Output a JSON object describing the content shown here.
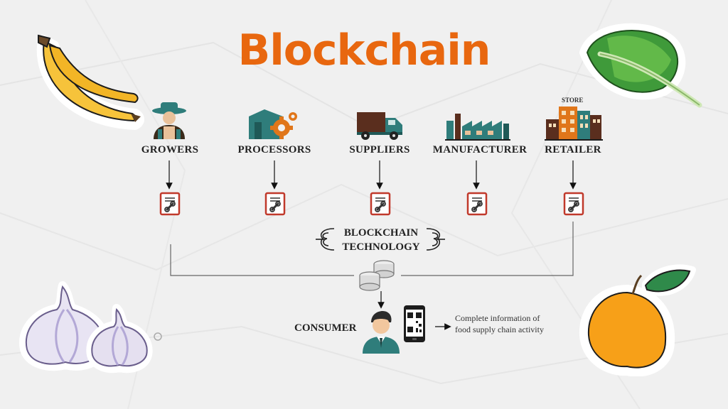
{
  "title": "Blockchain",
  "stages": [
    {
      "label": "GROWERS",
      "icon": "farmer-icon"
    },
    {
      "label": "PROCESSORS",
      "icon": "factory-gear-icon"
    },
    {
      "label": "SUPPLIERS",
      "icon": "delivery-truck-icon"
    },
    {
      "label": "MANUFACTURER",
      "icon": "factory-icon"
    },
    {
      "label": "RETAILER",
      "icon": "store-building-icon"
    }
  ],
  "store_sign": "STORE",
  "blockchain": {
    "line1": "BLOCKCHAIN",
    "line2": "TECHNOLOGY"
  },
  "consumer": {
    "label": "CONSUMER"
  },
  "info": {
    "line1": "Complete information of",
    "line2": "food supply chain activity"
  },
  "colors": {
    "title": "#e8670f",
    "teal": "#2f7d7b",
    "doc_border": "#c0392b",
    "text": "#222222"
  }
}
